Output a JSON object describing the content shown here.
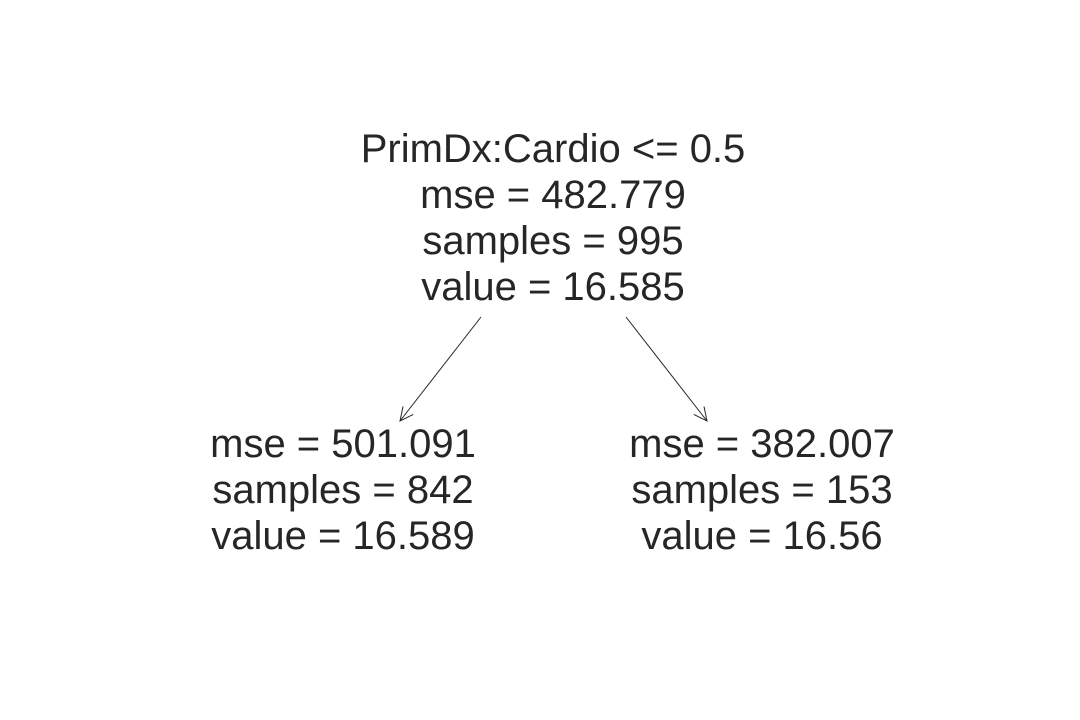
{
  "tree": {
    "root": {
      "lines": [
        "PrimDx:Cardio <= 0.5",
        "mse = 482.779",
        "samples = 995",
        "value = 16.585"
      ]
    },
    "left": {
      "lines": [
        "mse = 501.091",
        "samples = 842",
        "value = 16.589"
      ]
    },
    "right": {
      "lines": [
        "mse = 382.007",
        "samples = 153",
        "value = 16.56"
      ]
    },
    "colors": {
      "text": "#262626",
      "edge": "#262626",
      "background": "#ffffff"
    }
  }
}
